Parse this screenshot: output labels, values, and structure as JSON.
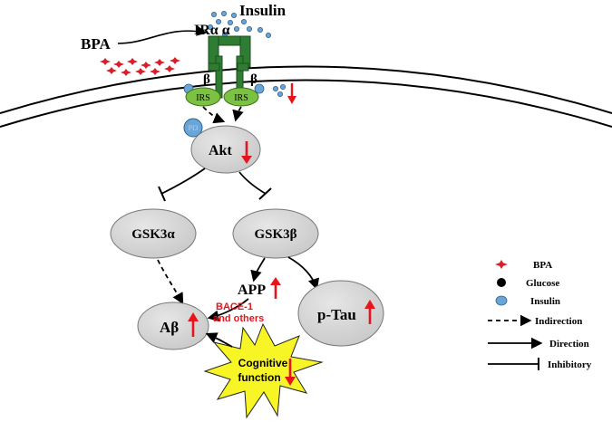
{
  "labels": {
    "insulin_top": "Insulin",
    "bpa": "BPA",
    "receptor": "IRα α",
    "beta_left": "β",
    "beta_right": "β",
    "irs_left": "IRS",
    "irs_right": "IRS",
    "pi3k": "PI3",
    "akt": "Akt",
    "gsk3a": "GSK3α",
    "gsk3b": "GSK3β",
    "app": "APP",
    "bace_line1": "BACE-1",
    "bace_line2": "and others",
    "abeta": "Aβ",
    "ptau": "p-Tau",
    "cognitive_line1": "Cognitive",
    "cognitive_line2": "function"
  },
  "legend": {
    "items": [
      {
        "icon": "bpa-star-icon",
        "label": "BPA"
      },
      {
        "icon": "glucose-dot-icon",
        "label": "Glucose"
      },
      {
        "icon": "insulin-dot-icon",
        "label": "Insulin"
      },
      {
        "icon": "dashed-arrow-icon",
        "label": "Indirection"
      },
      {
        "icon": "solid-arrow-icon",
        "label": "Direction"
      },
      {
        "icon": "inhibit-line-icon",
        "label": "Inhibitory"
      }
    ]
  },
  "colors": {
    "receptor": "#2e7d32",
    "irs": "#7cc242",
    "node": "#d8d8d8",
    "arrow_red": "#e8141b",
    "insulin_dot": "#6aa5d8",
    "bpa_star": "#d81e2a",
    "burst_fill": "#f7f526",
    "bace_text": "#e8141b"
  }
}
